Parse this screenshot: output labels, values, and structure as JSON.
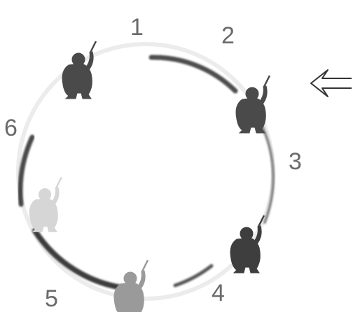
{
  "diagram": {
    "labels": [
      "1",
      "2",
      "3",
      "4",
      "5",
      "6"
    ],
    "arrow_icon": "double-left-arrow-icon",
    "figure_icon": "ape-with-stick-icon",
    "colors": {
      "ring": "#e6e6e6",
      "arc_dark": "#2e2e2e",
      "figure_dark": "#4a4a4a",
      "figure_mid": "#9a9a9a",
      "figure_light": "#d6d6d6",
      "text": "#6a6a6a"
    }
  }
}
